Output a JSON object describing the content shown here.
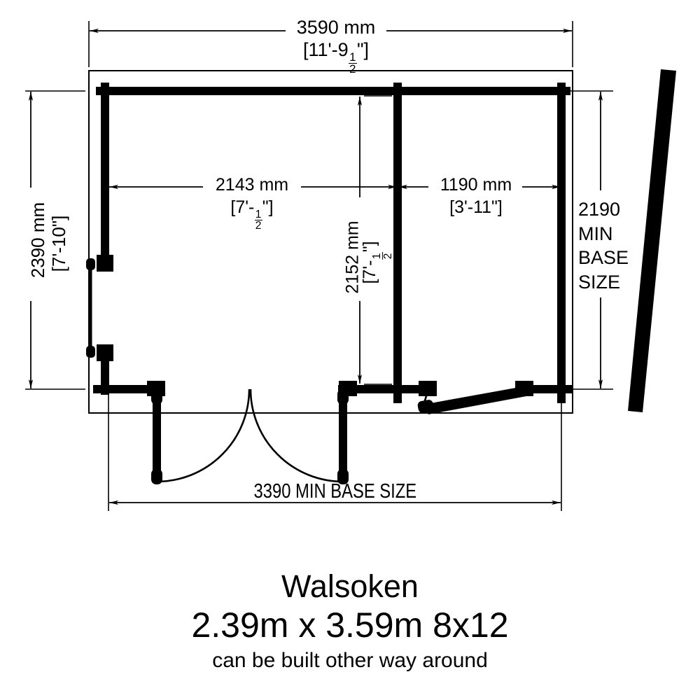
{
  "drawing": {
    "type": "floor-plan",
    "units_primary": "mm",
    "units_secondary": "feet-inches"
  },
  "dimensions": {
    "overall_width": {
      "metric": "3590 mm",
      "imperial_prefix": "[11'-9",
      "imperial_frac_num": "1",
      "imperial_frac_den": "2",
      "imperial_suffix": "\"]"
    },
    "overall_height": {
      "metric": "2390 mm",
      "imperial": "[7'-10\"]"
    },
    "left_room_width": {
      "metric": "2143 mm",
      "imperial_prefix": "[7'-",
      "imperial_frac_num": "1",
      "imperial_frac_den": "2",
      "imperial_suffix": "\"]"
    },
    "right_room_width": {
      "metric": "1190 mm",
      "imperial": "[3'-11\"]"
    },
    "interior_height": {
      "metric": "2152 mm",
      "imperial_prefix": "[7'-",
      "imperial_frac_num": "1",
      "imperial_frac_den": "2",
      "imperial_suffix": "\"]"
    },
    "base_height_note": {
      "line1": "2190",
      "line2": "MIN",
      "line3": "BASE",
      "line4": "SIZE"
    },
    "base_width_note": "3390 MIN BASE SIZE"
  },
  "title_block": {
    "model_name": "Walsoken",
    "size_line": "2.39m x 3.59m 8x12",
    "note": "can be built other way around"
  },
  "colors": {
    "ink": "#000000",
    "paper": "#ffffff",
    "thin_line": "#000000"
  }
}
